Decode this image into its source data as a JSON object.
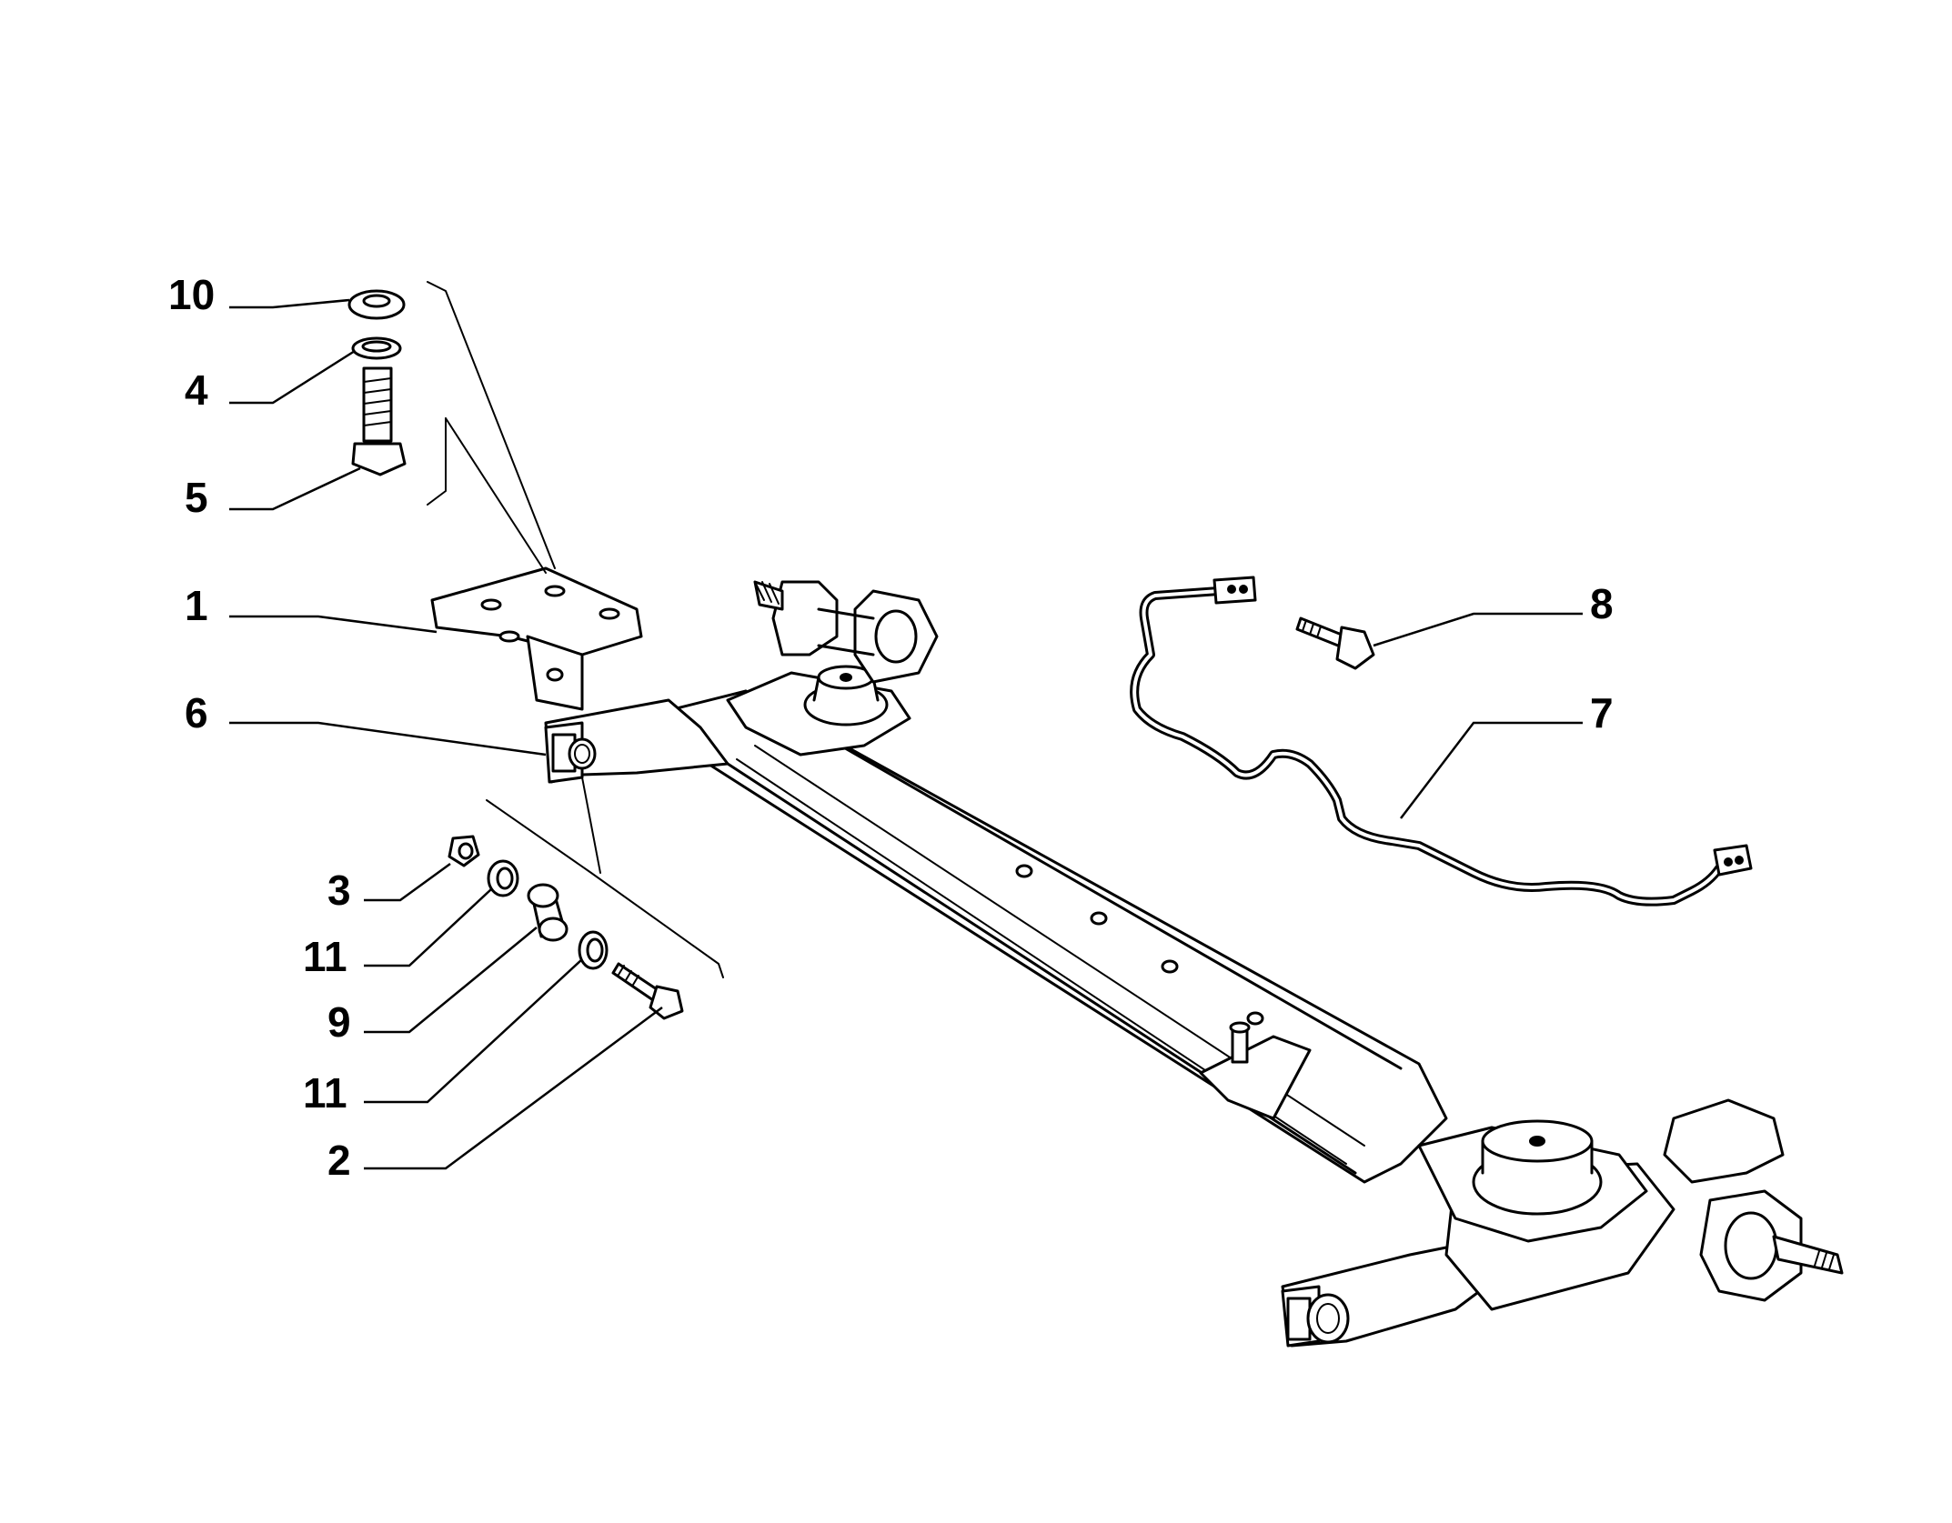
{
  "callouts": [
    {
      "id": "c10",
      "number": "10"
    },
    {
      "id": "c4",
      "number": "4"
    },
    {
      "id": "c5",
      "number": "5"
    },
    {
      "id": "c1",
      "number": "1"
    },
    {
      "id": "c6",
      "number": "6"
    },
    {
      "id": "c3",
      "number": "3"
    },
    {
      "id": "c11a",
      "number": "11"
    },
    {
      "id": "c9",
      "number": "9"
    },
    {
      "id": "c11b",
      "number": "11"
    },
    {
      "id": "c2",
      "number": "2"
    },
    {
      "id": "c8",
      "number": "8"
    },
    {
      "id": "c7",
      "number": "7"
    }
  ]
}
